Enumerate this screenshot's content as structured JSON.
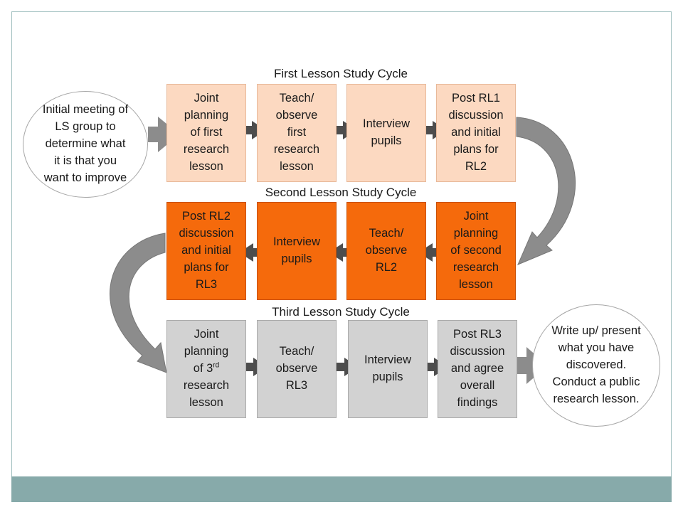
{
  "colors": {
    "cycle1_fill": "#fcd9c1",
    "cycle2_fill": "#f56a0c",
    "cycle3_fill": "#d2d2d2",
    "arrow": "#4d4d4d",
    "curved_arrow": "#8c8c8c",
    "footer_bar": "#87aaaa"
  },
  "cycles": [
    {
      "title": "First Lesson Study Cycle",
      "steps": [
        "Joint\nplanning\nof first\nresearch\nlesson",
        "Teach/\nobserve\nfirst\nresearch\nlesson",
        "Interview\npupils",
        "Post RL1\ndiscussion\nand initial\nplans for\nRL2"
      ]
    },
    {
      "title": "Second Lesson Study Cycle",
      "steps": [
        "Post RL2\ndiscussion\nand initial\nplans for\nRL3",
        "Interview\npupils",
        "Teach/\nobserve\nRL2",
        "Joint\nplanning\nof second\nresearch\nlesson"
      ]
    },
    {
      "title": "Third Lesson Study Cycle",
      "steps": [
        "Joint\nplanning\nof 3",
        "Teach/\nobserve\nRL3",
        "Interview\npupils",
        "Post RL3\ndiscussion\nand agree\noverall\nfindings"
      ]
    }
  ],
  "cycle3_step1_sup": "rd",
  "cycle3_step1_rest": "\nresearch\nlesson",
  "start_circle": "Initial meeting of\nLS group to\ndetermine what\nit is that you\nwant to improve",
  "end_circle": "Write up/ present\nwhat you have\ndiscovered.\nConduct a public\nresearch lesson."
}
